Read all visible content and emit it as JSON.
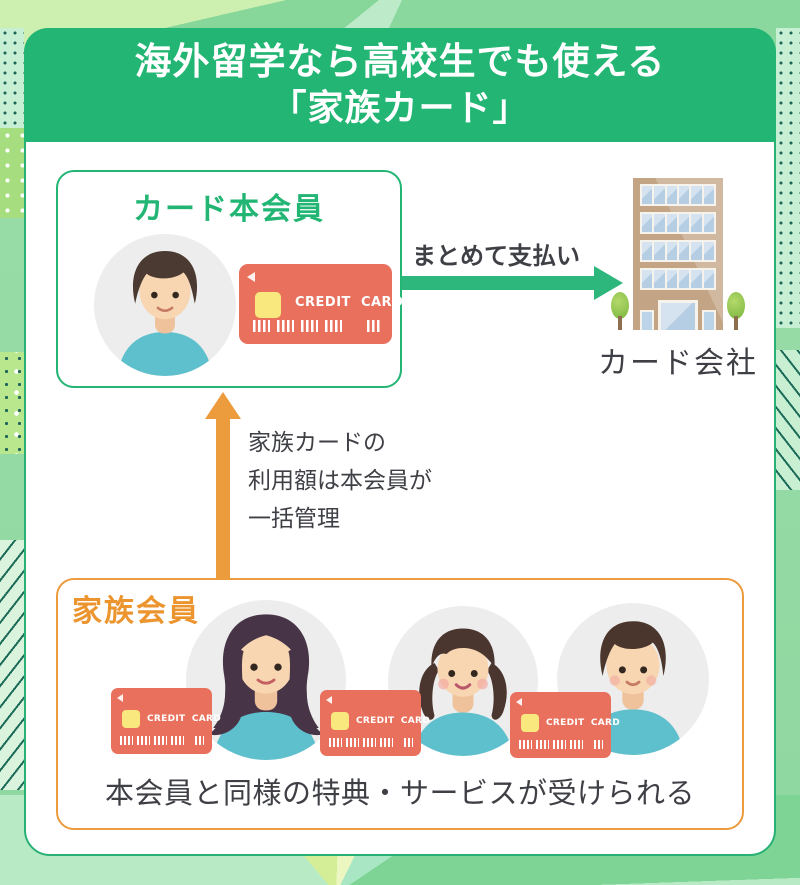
{
  "title": {
    "line1": "海外留学なら高校生でも使える",
    "line2": "「家族カード」"
  },
  "primary_member": {
    "label": "カード本会員"
  },
  "payment_flow": {
    "label": "まとめて支払い"
  },
  "card_company": {
    "label": "カード会社"
  },
  "management_note": {
    "lines": [
      "家族カードの",
      "利用額は本会員が",
      "一括管理"
    ]
  },
  "family_member": {
    "label": "家族会員",
    "caption": "本会員と同様の特典・サービスが受けられる"
  },
  "credit_card": {
    "label": "CREDIT CARD"
  },
  "colors": {
    "brand_green": "#22b573",
    "accent_orange": "#ec9b3d",
    "card_salmon": "#e8705c",
    "chip_yellow": "#f8e87e",
    "text_dark": "#3f4046",
    "avatar_bg": "#ededed",
    "shirt_teal": "#5fc0cd"
  }
}
